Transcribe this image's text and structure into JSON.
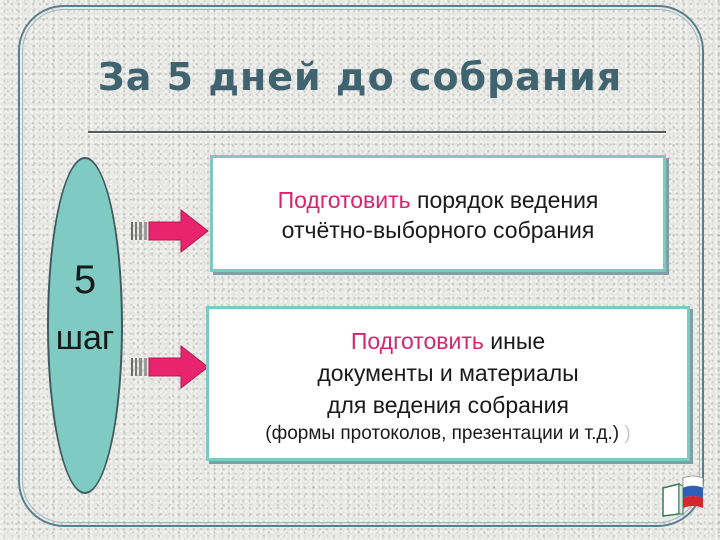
{
  "slide": {
    "title": "За 5 дней до собрания",
    "step": {
      "number": "5",
      "word": "шаг"
    },
    "tasks": [
      {
        "highlight": "Подготовить",
        "text": " порядок ведения",
        "line2": "отчётно-выборного собрания"
      },
      {
        "highlight": "Подготовить",
        "text": " иные",
        "line2": "документы и материалы",
        "line3": "для ведения собрания",
        "note": "(формы протоколов, презентации и т.д.)",
        "note_extra": " )"
      }
    ]
  },
  "colors": {
    "title": "#3f6470",
    "accent": "#d8246e",
    "ellipse_fill": "#7fcbc4",
    "box_border": "#7fc9c2",
    "arrow": "#e8246e"
  },
  "icons": [
    "arrow-right-icon",
    "book-flag-logo-icon"
  ]
}
